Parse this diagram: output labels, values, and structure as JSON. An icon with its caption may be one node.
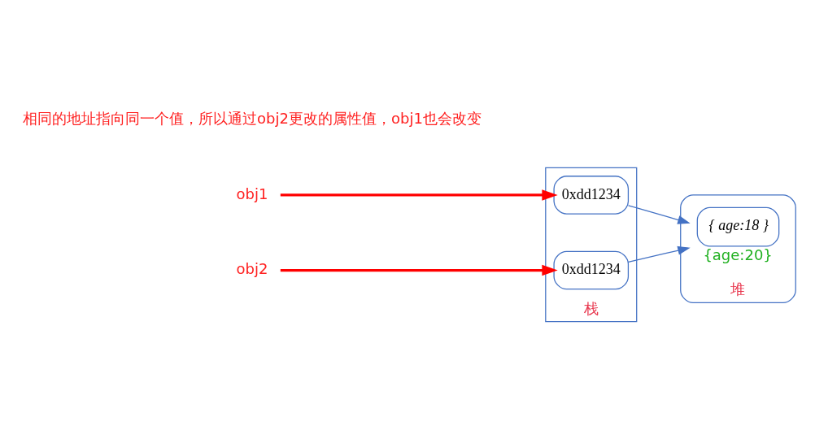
{
  "diagram": {
    "nodes": [
      {
        "text": [
          "栈"
        ]
      },
      {
        "text": [
          "0xdd1234"
        ],
        "in": 0
      },
      {
        "text": [
          "0xdd1234"
        ],
        "in": 0
      },
      {
        "text": [
          "堆"
        ]
      },
      {
        "text": [
          "{ age:18 }"
        ],
        "in": 3,
        "beside": [
          "{age:20}"
        ]
      },
      {
        "text": [
          "obj1"
        ]
      },
      {
        "text": [
          "obj2"
        ]
      }
    ],
    "edges": [
      {
        "from": 5,
        "to": 1,
        "arrow": "to",
        "color": "#ff0000",
        "style": "thick"
      },
      {
        "from": 6,
        "to": 2,
        "arrow": "to",
        "color": "#ff0000",
        "style": "thick"
      },
      {
        "from": 1,
        "to": 4,
        "arrow": "to",
        "color": "#4472c4"
      },
      {
        "from": 2,
        "to": 4,
        "arrow": "to",
        "color": "#4472c4"
      }
    ],
    "labels": [
      "相同的地址指向同一个值，所以通过obj2更改的属性值，obj1也会改变"
    ]
  }
}
